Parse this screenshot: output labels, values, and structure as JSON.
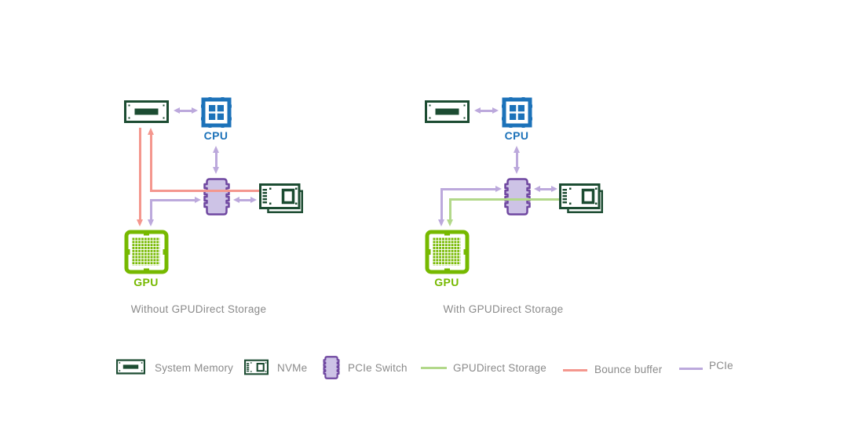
{
  "diagrams": [
    {
      "caption": "Without GPUDirect Storage",
      "cpu_label": "CPU",
      "gpu_label": "GPU"
    },
    {
      "caption": "With GPUDirect Storage",
      "cpu_label": "CPU",
      "gpu_label": "GPU"
    }
  ],
  "legend": {
    "items": [
      {
        "label": "System Memory"
      },
      {
        "label": "NVMe"
      },
      {
        "label": "PCIe Switch"
      },
      {
        "label": "GPUDirect Storage",
        "color": "#B2D88A"
      },
      {
        "label": "Bounce buffer",
        "color": "#F4978E"
      },
      {
        "label": "PCIe",
        "color": "#BCA9DC"
      }
    ]
  },
  "colors": {
    "system_memory_green": "#1C4C32",
    "cpu_blue": "#1C72B9",
    "gpu_green": "#76B900",
    "pcie_switch_border": "#6F47A0",
    "pcie_switch_fill": "#CDC3E6",
    "pcie_line": "#BCA9DC",
    "bounce_buffer_line": "#F4978E",
    "gpudirect_storage_line": "#B2D88A",
    "caption_gray": "#8A8A8A"
  }
}
